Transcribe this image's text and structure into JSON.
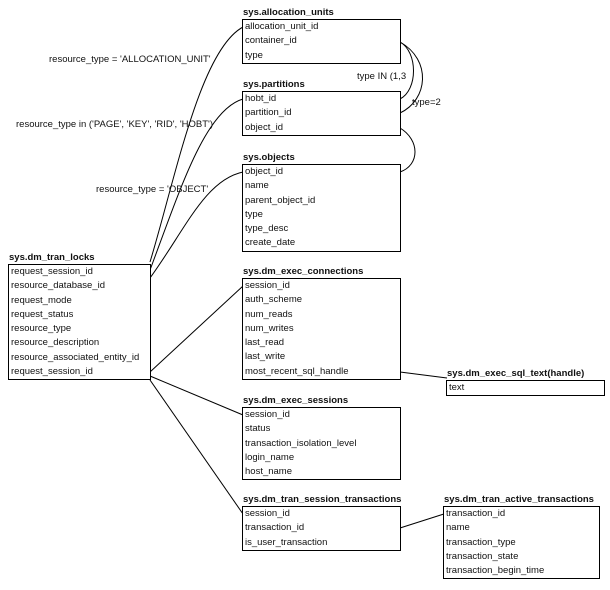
{
  "tables": {
    "tran_locks": {
      "title": "sys.dm_tran_locks",
      "columns": [
        "request_session_id",
        "resource_database_id",
        "request_mode",
        "request_status",
        "resource_type",
        "resource_description",
        "resource_associated_entity_id",
        "request_session_id"
      ]
    },
    "allocation_units": {
      "title": "sys.allocation_units",
      "columns": [
        "allocation_unit_id",
        "container_id",
        "type"
      ]
    },
    "partitions": {
      "title": "sys.partitions",
      "columns": [
        "hobt_id",
        "partition_id",
        "object_id"
      ]
    },
    "objects": {
      "title": "sys.objects",
      "columns": [
        "object_id",
        "name",
        "parent_object_id",
        "type",
        "type_desc",
        "create_date"
      ]
    },
    "exec_connections": {
      "title": "sys.dm_exec_connections",
      "columns": [
        "session_id",
        "auth_scheme",
        "num_reads",
        "num_writes",
        "last_read",
        "last_write",
        "most_recent_sql_handle"
      ]
    },
    "exec_sql_text": {
      "title": "sys.dm_exec_sql_text(handle)",
      "columns": [
        "text"
      ]
    },
    "exec_sessions": {
      "title": "sys.dm_exec_sessions",
      "columns": [
        "session_id",
        "status",
        "transaction_isolation_level",
        "login_name",
        "host_name"
      ]
    },
    "session_transactions": {
      "title": "sys.dm_tran_session_transactions",
      "columns": [
        "session_id",
        "transaction_id",
        "is_user_transaction"
      ]
    },
    "active_transactions": {
      "title": "sys.dm_tran_active_transactions",
      "columns": [
        "transaction_id",
        "name",
        "transaction_type",
        "transaction_state",
        "transaction_begin_time"
      ]
    }
  },
  "labels": {
    "allocation_unit": "resource_type = 'ALLOCATION_UNIT'",
    "page_key_rid_hobt": "resource_type in ('PAGE', 'KEY', 'RID', 'HOBT')",
    "object": "resource_type = 'OBJECT'",
    "type_in": "type IN (1,3",
    "type_eq": "type=2"
  }
}
